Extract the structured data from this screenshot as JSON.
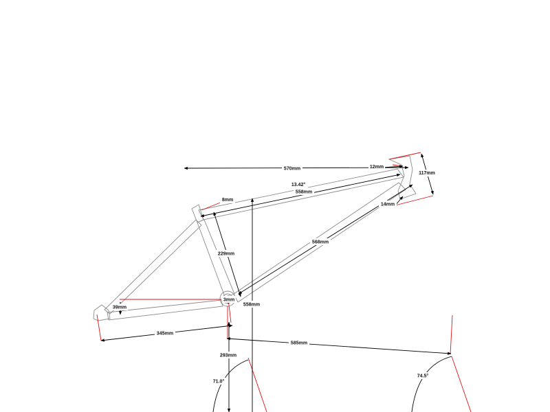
{
  "frame_geometry": {
    "top_tube_horizontal": "570mm",
    "head_tube_top_offset": "12mm",
    "head_tube_length": "117mm",
    "top_tube_angle": "13.42°",
    "top_tube_actual": "558mm",
    "seat_top_offset": "8mm",
    "head_tube_bottom_offset": "14mm",
    "down_tube_length": "568mm",
    "seat_tube_length": "229mm",
    "bb_offset": "3mm",
    "stack_height": "558mm",
    "dropout_offset": "39mm",
    "chainstay_length": "345mm",
    "wheelbase_front": "585mm",
    "bb_height": "293mm",
    "seat_angle": "71.0°",
    "head_angle": "74.5°"
  },
  "colors": {
    "tube_outline": "#8c8c8c",
    "reference_line": "#e01414",
    "dimension_line": "#000000",
    "background": "#ffffff"
  }
}
